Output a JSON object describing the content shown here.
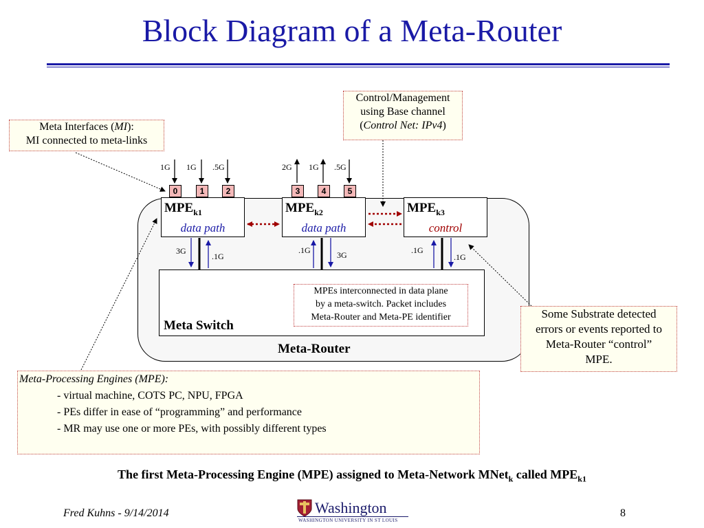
{
  "slide": {
    "title": "Block Diagram of a Meta-Router",
    "caption_main": "The first Meta-Processing Engine (MPE) assigned to Meta-Network MNet",
    "caption_sub_k": "k",
    "caption_mid": " called MPE",
    "caption_sub_k1": "k1",
    "footer_left": "Fred Kuhns - 9/14/2014",
    "page_number": "8",
    "logo_text": "Washington",
    "logo_subtext": "WASHINGTON UNIVERSITY IN ST LOUIS"
  },
  "notes": {
    "meta_interfaces": {
      "line1_pre": "Meta Interfaces (",
      "line1_em": "MI",
      "line1_post": "):",
      "line2": "MI connected to meta-links"
    },
    "control_mgmt": {
      "line1": "Control/Management",
      "line2": "using Base channel",
      "line3_pre": "(",
      "line3_em": "Control Net: IPv4",
      "line3_post": ")"
    },
    "substrate": {
      "line1": "Some Substrate detected",
      "line2": "errors or events reported to",
      "line3": "Meta-Router “control”",
      "line4": "MPE."
    },
    "switch_note": {
      "line1": "MPEs interconnected in data plane",
      "line2": "by a meta-switch. Packet includes",
      "line3": "Meta-Router and Meta-PE identifier"
    },
    "mpe_info": {
      "heading": "Meta-Processing Engines (MPE):",
      "bullets": [
        "- virtual machine, COTS PC, NPU, FPGA",
        "- PEs differ in ease of “programming” and performance",
        "- MR may use one or more PEs, with possibly different types"
      ]
    }
  },
  "diagram": {
    "router_label": "Meta-Router",
    "switch_label": "Meta Switch",
    "mpes": [
      {
        "name": "MPE",
        "sub": "k1",
        "role": "data path"
      },
      {
        "name": "MPE",
        "sub": "k2",
        "role": "data path"
      },
      {
        "name": "MPE",
        "sub": "k3",
        "role": "control"
      }
    ],
    "ports": [
      "0",
      "1",
      "2",
      "3",
      "4",
      "5"
    ],
    "port_rates": [
      "1G",
      "1G",
      ".5G",
      "2G",
      "1G",
      ".5G"
    ],
    "link_rates": {
      "k1_down": "3G",
      "k1_up": ".1G",
      "k2_up": ".1G",
      "k2_down": "3G",
      "k3_up": ".1G",
      "k3_down": ".1G"
    },
    "colors": {
      "title": "#1a1aa6",
      "data_path": "#1a1aa6",
      "control": "#a00000",
      "port_fill": "#f4b8b8",
      "note_bg": "#fffff0",
      "note_border": "#c04040"
    }
  }
}
